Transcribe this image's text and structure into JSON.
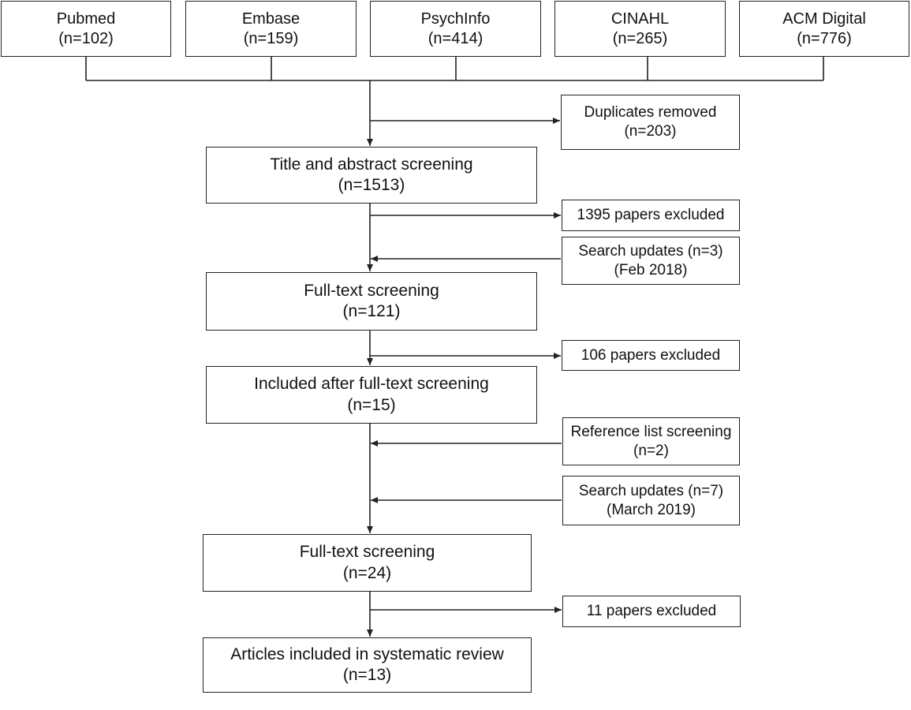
{
  "databases": [
    {
      "name": "Pubmed",
      "count": "(n=102)"
    },
    {
      "name": "Embase",
      "count": "(n=159)"
    },
    {
      "name": "PsychInfo",
      "count": "(n=414)"
    },
    {
      "name": "CINAHL",
      "count": "(n=265)"
    },
    {
      "name": "ACM Digital",
      "count": "(n=776)"
    }
  ],
  "main_steps": [
    {
      "label": "Title and abstract screening",
      "count": "(n=1513)"
    },
    {
      "label": "Full-text screening",
      "count": "(n=121)"
    },
    {
      "label": "Included after full-text screening",
      "count": "(n=15)"
    },
    {
      "label": "Full-text screening",
      "count": "(n=24)"
    },
    {
      "label": "Articles included in systematic review",
      "count": "(n=13)"
    }
  ],
  "side_boxes": [
    {
      "line1": "Duplicates removed",
      "line2": "(n=203)"
    },
    {
      "line1": "1395 papers excluded",
      "line2": ""
    },
    {
      "line1": "Search updates (n=3)",
      "line2": "(Feb 2018)"
    },
    {
      "line1": "106 papers excluded",
      "line2": ""
    },
    {
      "line1": "Reference list screening",
      "line2": "(n=2)"
    },
    {
      "line1": "Search updates (n=7)",
      "line2": "(March 2019)"
    },
    {
      "line1": "11 papers excluded",
      "line2": ""
    }
  ]
}
